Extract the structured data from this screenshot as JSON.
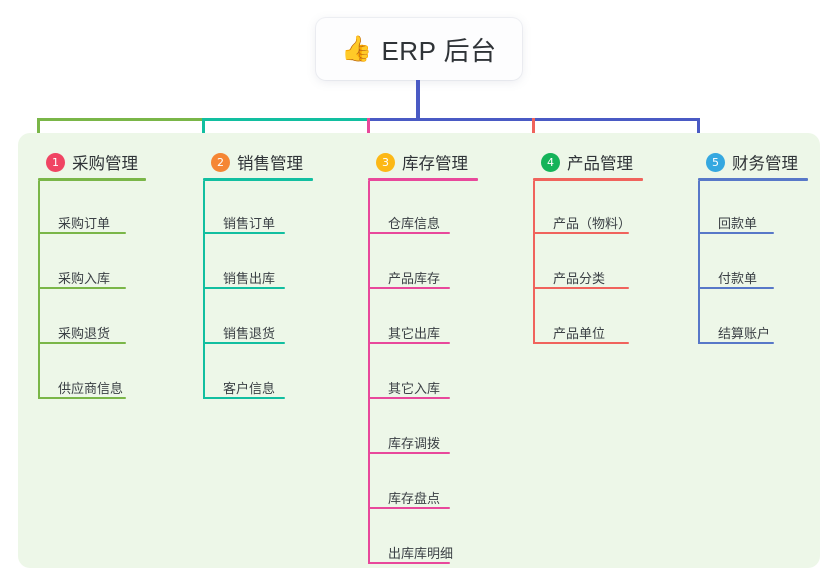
{
  "title": {
    "emoji": "👍",
    "emoji_name": "thumbs-up-emoji",
    "text": "ERP 后台"
  },
  "theme": {
    "panel_bg": "#edf7e8",
    "page_bg": "#ffffff",
    "text": "#2f3337",
    "leaf_text": "#3b4045",
    "trunk": "#4a5ac4",
    "spine_left": "#7ab648",
    "spine_mid": "#12bfa0"
  },
  "columns": [
    {
      "index": "1",
      "badge_color": "#f04463",
      "line_color": "#7ab648",
      "title": "采购管理",
      "items": [
        "采购订单",
        "采购入库",
        "采购退货",
        "供应商信息"
      ]
    },
    {
      "index": "2",
      "badge_color": "#f58634",
      "line_color": "#12bfa0",
      "title": "销售管理",
      "items": [
        "销售订单",
        "销售出库",
        "销售退货",
        "客户信息"
      ]
    },
    {
      "index": "3",
      "badge_color": "#fcb816",
      "line_color": "#e8489b",
      "title": "库存管理",
      "items": [
        "仓库信息",
        "产品库存",
        "其它出库",
        "其它入库",
        "库存调拨",
        "库存盘点",
        "出库库明细"
      ]
    },
    {
      "index": "4",
      "badge_color": "#14b359",
      "line_color": "#f0635c",
      "title": "产品管理",
      "items": [
        "产品（物料）",
        "产品分类",
        "产品单位"
      ]
    },
    {
      "index": "5",
      "badge_color": "#35a8e0",
      "line_color": "#5878c8",
      "title": "财务管理",
      "items": [
        "回款单",
        "付款单",
        "结算账户"
      ]
    }
  ]
}
